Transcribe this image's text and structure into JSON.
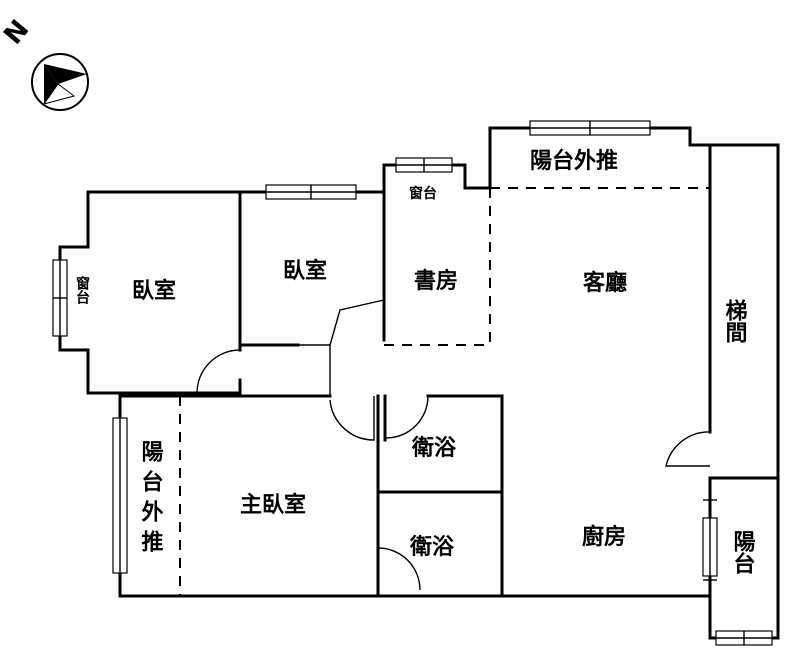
{
  "compass": {
    "letter": "N",
    "icon": "north-arrow-icon"
  },
  "rooms": {
    "bedroom_left": "臥室",
    "bedroom_middle": "臥室",
    "study": "書房",
    "living_room": "客廳",
    "master_bedroom": "主臥室",
    "bathroom_upper": "衛浴",
    "bathroom_lower": "衛浴",
    "kitchen": "廚房",
    "stairwell": "梯間",
    "balcony_small": "陽台",
    "balcony_extension_top": "陽台外推",
    "balcony_extension_left": "陽台外推",
    "window_sill_left": "窗台",
    "window_sill_study": "窗台"
  },
  "colors": {
    "line": "#000000",
    "background": "#ffffff"
  }
}
